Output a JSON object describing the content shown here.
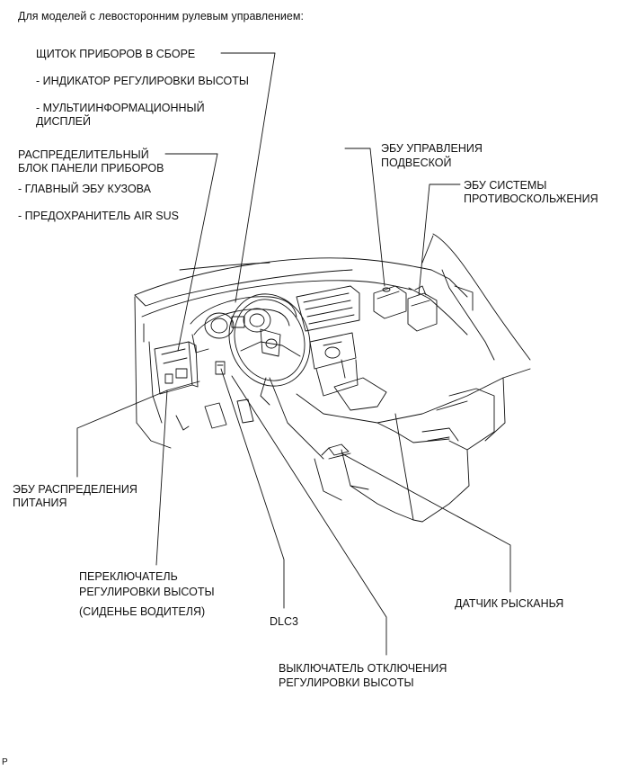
{
  "header": {
    "title": "Для моделей с левосторонним рулевым управлением:"
  },
  "labels": {
    "combination_meter": "ЩИТОК ПРИБОРОВ В СБОРЕ",
    "height_indicator": "- ИНДИКАТОР РЕГУЛИРОВКИ ВЫСОТЫ",
    "multi_display_1": "- МУЛЬТИИНФОРМАЦИОННЫЙ",
    "multi_display_2": "ДИСПЛЕЙ",
    "junction_block_1": "РАСПРЕДЕЛИТЕЛЬНЫЙ",
    "junction_block_2": "БЛОК ПАНЕЛИ ПРИБОРОВ",
    "main_body_ecu": "- ГЛАВНЫЙ ЭБУ КУЗОВА",
    "air_sus_fuse": "- ПРЕДОХРАНИТЕЛЬ AIR SUS",
    "suspension_ecu_1": "ЭБУ УПРАВЛЕНИЯ",
    "suspension_ecu_2": "ПОДВЕСКОЙ",
    "skid_ecu_1": "ЭБУ СИСТЕМЫ",
    "skid_ecu_2": "ПРОТИВОСКОЛЬЖЕНИЯ",
    "power_ecu_1": "ЭБУ РАСПРЕДЕЛЕНИЯ",
    "power_ecu_2": "ПИТАНИЯ",
    "height_switch_1": "ПЕРЕКЛЮЧАТЕЛЬ",
    "height_switch_2": "РЕГУЛИРОВКИ ВЫСОТЫ",
    "height_switch_3": "(СИДЕНЬЕ ВОДИТЕЛЯ)",
    "dlc3": "DLC3",
    "cancel_switch_1": "ВЫКЛЮЧАТЕЛЬ ОТКЛЮЧЕНИЯ",
    "cancel_switch_2": "РЕГУЛИРОВКИ ВЫСОТЫ",
    "yaw_sensor": "ДАТЧИК РЫСКАНЬЯ"
  },
  "footer": {
    "code": "P"
  },
  "colors": {
    "line": "#111111",
    "background": "#ffffff"
  }
}
